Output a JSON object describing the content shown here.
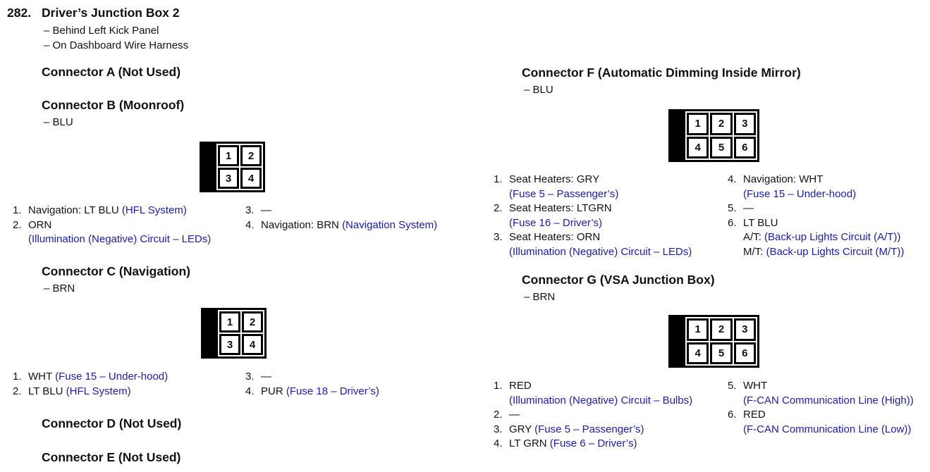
{
  "colors": {
    "link_blue": "#1a1ab8",
    "text": "#111111",
    "diagram": "#000000"
  },
  "page": {
    "number": "282.",
    "title": "Driver’s Junction Box 2",
    "location_lines": [
      "– Behind Left Kick Panel",
      "– On Dashboard Wire Harness"
    ]
  },
  "connectors": [
    {
      "id": "A",
      "heading": "Connector A (Not Used)"
    },
    {
      "id": "B",
      "heading": "Connector B (Moonroof)",
      "wire_color": "– BLU",
      "diagram": {
        "rows": 2,
        "cols": 2,
        "pins": [
          "1",
          "2",
          "3",
          "4"
        ]
      },
      "pins": {
        "left": [
          {
            "num": "1.",
            "lines": [
              [
                {
                  "t": "Navigation: LT BLU "
                },
                {
                  "t": "(HFL System)",
                  "link": true
                }
              ]
            ]
          },
          {
            "num": "2.",
            "lines": [
              [
                {
                  "t": "ORN"
                }
              ],
              [
                {
                  "t": "(Illumination (Negative) Circuit – LEDs)",
                  "link": true
                }
              ]
            ]
          }
        ],
        "right": [
          {
            "num": "3.",
            "lines": [
              [
                {
                  "t": "—"
                }
              ]
            ]
          },
          {
            "num": "4.",
            "lines": [
              [
                {
                  "t": "Navigation: BRN "
                },
                {
                  "t": "(Navigation System)",
                  "link": true
                }
              ]
            ]
          }
        ]
      }
    },
    {
      "id": "C",
      "heading": "Connector C (Navigation)",
      "wire_color": "– BRN",
      "diagram": {
        "rows": 2,
        "cols": 2,
        "pins": [
          "1",
          "2",
          "3",
          "4"
        ]
      },
      "pins": {
        "left": [
          {
            "num": "1.",
            "lines": [
              [
                {
                  "t": "WHT "
                },
                {
                  "t": "(Fuse 15 – Under-hood)",
                  "link": true
                }
              ]
            ]
          },
          {
            "num": "2.",
            "lines": [
              [
                {
                  "t": "LT BLU "
                },
                {
                  "t": "(HFL System)",
                  "link": true
                }
              ]
            ]
          }
        ],
        "right": [
          {
            "num": "3.",
            "lines": [
              [
                {
                  "t": "—"
                }
              ]
            ]
          },
          {
            "num": "4.",
            "lines": [
              [
                {
                  "t": "PUR "
                },
                {
                  "t": "(Fuse 18 – Driver’s)",
                  "link": true
                }
              ]
            ]
          }
        ]
      }
    },
    {
      "id": "D",
      "heading": "Connector D (Not Used)"
    },
    {
      "id": "E",
      "heading": "Connector E (Not Used)"
    },
    {
      "id": "F",
      "heading": "Connector F (Automatic Dimming Inside Mirror)",
      "wire_color": "– BLU",
      "diagram": {
        "rows": 2,
        "cols": 3,
        "pins": [
          "1",
          "2",
          "3",
          "4",
          "5",
          "6"
        ]
      },
      "pins": {
        "left": [
          {
            "num": "1.",
            "lines": [
              [
                {
                  "t": "Seat Heaters: GRY"
                }
              ],
              [
                {
                  "t": "(Fuse 5 – Passenger’s)",
                  "link": true
                }
              ]
            ]
          },
          {
            "num": "2.",
            "lines": [
              [
                {
                  "t": "Seat Heaters: LTGRN"
                }
              ],
              [
                {
                  "t": "(Fuse 16 – Driver’s)",
                  "link": true
                }
              ]
            ]
          },
          {
            "num": "3.",
            "lines": [
              [
                {
                  "t": "Seat Heaters: ORN"
                }
              ],
              [
                {
                  "t": "(Illumination (Negative) Circuit – LEDs)",
                  "link": true
                }
              ]
            ]
          }
        ],
        "right": [
          {
            "num": "4.",
            "lines": [
              [
                {
                  "t": "Navigation: WHT"
                }
              ],
              [
                {
                  "t": "(Fuse 15 – Under-hood)",
                  "link": true
                }
              ]
            ]
          },
          {
            "num": "5.",
            "lines": [
              [
                {
                  "t": "—"
                }
              ]
            ]
          },
          {
            "num": "6.",
            "lines": [
              [
                {
                  "t": "LT BLU"
                }
              ],
              [
                {
                  "t": "A/T: "
                },
                {
                  "t": "(Back-up Lights Circuit (A/T))",
                  "link": true
                }
              ],
              [
                {
                  "t": "M/T: "
                },
                {
                  "t": "(Back-up Lights Circuit (M/T))",
                  "link": true
                }
              ]
            ]
          }
        ]
      }
    },
    {
      "id": "G",
      "heading": "Connector G (VSA Junction Box)",
      "wire_color": "– BRN",
      "diagram": {
        "rows": 2,
        "cols": 3,
        "pins": [
          "1",
          "2",
          "3",
          "4",
          "5",
          "6"
        ]
      },
      "pins": {
        "left": [
          {
            "num": "1.",
            "lines": [
              [
                {
                  "t": "RED"
                }
              ],
              [
                {
                  "t": "(Illumination (Negative) Circuit – Bulbs)",
                  "link": true
                }
              ]
            ]
          },
          {
            "num": "2.",
            "lines": [
              [
                {
                  "t": "—"
                }
              ]
            ]
          },
          {
            "num": "3.",
            "lines": [
              [
                {
                  "t": "GRY "
                },
                {
                  "t": "(Fuse 5 – Passenger’s)",
                  "link": true
                }
              ]
            ]
          },
          {
            "num": "4.",
            "lines": [
              [
                {
                  "t": "LT GRN "
                },
                {
                  "t": "(Fuse 6 – Driver’s)",
                  "link": true
                }
              ]
            ]
          }
        ],
        "right": [
          {
            "num": "5.",
            "lines": [
              [
                {
                  "t": "WHT"
                }
              ],
              [
                {
                  "t": "(F-CAN Communication Line (High))",
                  "link": true
                }
              ]
            ]
          },
          {
            "num": "6.",
            "lines": [
              [
                {
                  "t": "RED"
                }
              ],
              [
                {
                  "t": "(F-CAN Communication Line (Low))",
                  "link": true
                }
              ]
            ]
          }
        ]
      }
    }
  ]
}
